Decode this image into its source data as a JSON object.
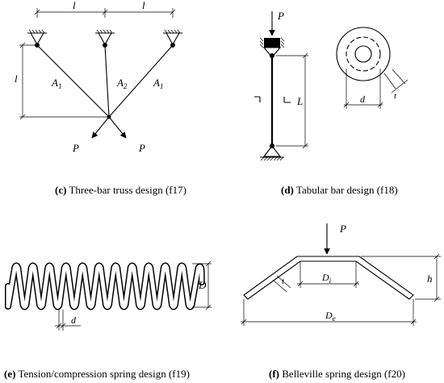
{
  "panels": {
    "c": {
      "caption_letter": "(c)",
      "caption_text": " Three-bar truss design (f17)",
      "labels": {
        "span1": "l",
        "span2": "l",
        "height": "l",
        "bar_left": "A1",
        "bar_mid": "A2",
        "bar_right": "A1",
        "load_left": "P",
        "load_right": "P"
      }
    },
    "d": {
      "caption_letter": "(d)",
      "caption_text": " Tabular bar design (f18)",
      "labels": {
        "load": "P",
        "length": "L",
        "diameter": "d",
        "thickness": "t"
      }
    },
    "e": {
      "caption_letter": "(e)",
      "caption_text": " Tension/compression spring design (f19)",
      "labels": {
        "coil_diameter": "D",
        "wire_diameter": "d"
      }
    },
    "f": {
      "caption_letter": "(f)",
      "caption_text": " Belleville spring design (f20)",
      "labels": {
        "load": "P",
        "inner_diameter": "Di",
        "outer_diameter": "De",
        "height": "h",
        "thickness": "t"
      }
    }
  }
}
